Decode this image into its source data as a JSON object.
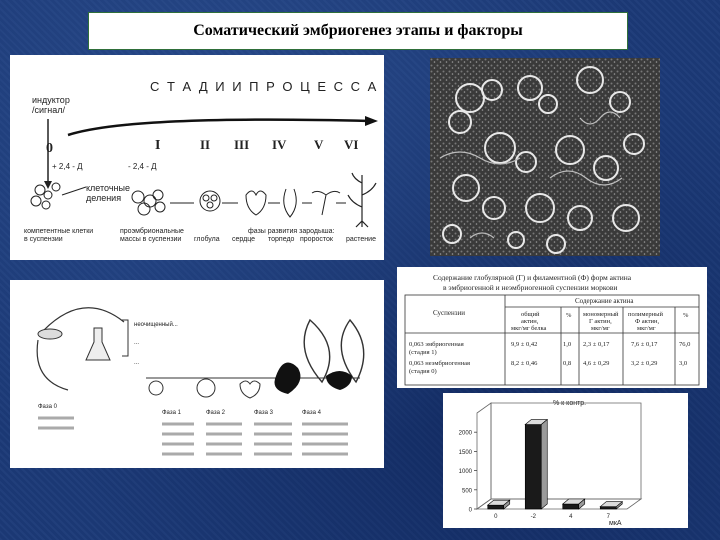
{
  "slide": {
    "title": "Соматический эмбриогенез этапы и факторы"
  },
  "stages_figure": {
    "header": "С Т А Д И И   П Р О Ц Е С С А",
    "inductor": "индуктор",
    "signal": "/сигнал/",
    "stage_numbers": [
      "0",
      "I",
      "II",
      "III",
      "IV",
      "V",
      "VI"
    ],
    "hormone_1": "+ 2,4 - Д",
    "hormone_2": "- 2,4 - Д",
    "cell_division_1": "клеточные",
    "cell_division_2": "деления",
    "competent_1": "компетентные клетки",
    "competent_2": "в суспензии",
    "proembryo_1": "проэмбриональные",
    "proembryo_2": "массы в суспензии",
    "globule": "глобула",
    "phases": "фазы развития зародыша:",
    "heart": "сердце",
    "torpedo": "торпедо",
    "sprout": "проросток",
    "plant": "растение"
  },
  "scheme_figure": {
    "line_1": "неочищенный...",
    "line_2": "...",
    "line_3": "...",
    "block_labels": [
      "Фаза 0",
      "Фаза 1",
      "Фаза 2",
      "Фаза 3",
      "Фаза 4"
    ]
  },
  "table": {
    "caption_line1": "Содержание глобулярной (Г) и филаментной (Ф) форм актина",
    "caption_line2": "в эмбриогенной и неэмбриогенной суспензии моркови",
    "col_suspension": "Суспензии",
    "col_group": "Содержание актина",
    "col_total_1": "общий",
    "col_total_2": "актин,",
    "col_total_3": "мкг/мг белка",
    "col_pct_1": "%",
    "col_mono_1": "мономерный",
    "col_mono_2": "Г актин,",
    "col_mono_3": "мкг/мг",
    "col_pct_2": "%",
    "col_poly_1": "полимерный",
    "col_poly_2": "Ф актин,",
    "col_poly_3": "мкг/мг",
    "col_pct_3": "%",
    "rows": [
      {
        "name_1": "0,063 эмбриогенная",
        "name_2": "(стадия 1)",
        "total": "9,9 ± 0,42",
        "pct1": "1,0",
        "mono": "2,3 ± 0,17",
        "poly": "7,6 ± 0,17",
        "pct3": "76,0"
      },
      {
        "name_1": "0,063 неэмбриогенная",
        "name_2": "(стадия 0)",
        "total": "8,2 ± 0,46",
        "pct1": "0,8",
        "mono": "4,6 ± 0,29",
        "poly": "3,2 ± 0,29",
        "pct3": "3,0"
      }
    ]
  },
  "chart_data": {
    "type": "bar",
    "title": "% к контр.",
    "xlabel": "мкА",
    "ylabel": "",
    "categories": [
      "0",
      "-2",
      "4",
      "7"
    ],
    "values": [
      100,
      2200,
      130,
      60
    ],
    "ylim": [
      0,
      2500
    ],
    "yticks": [
      0,
      500,
      1000,
      1500,
      2000
    ],
    "style": "3d",
    "grid": false
  }
}
